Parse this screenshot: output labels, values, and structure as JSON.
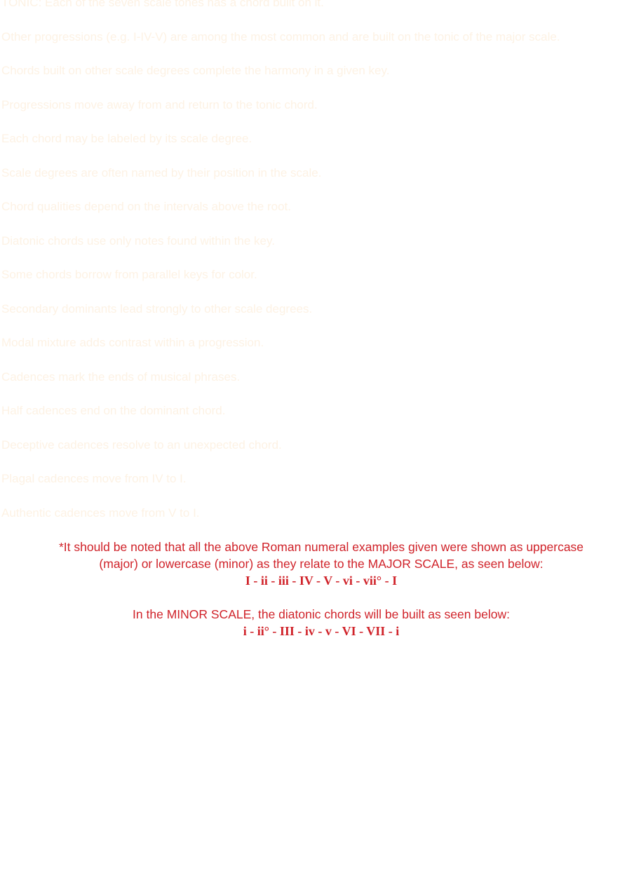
{
  "entries": [
    "TONIC: Each of the seven scale tones has a chord built on it.",
    "Other progressions (e.g. I-IV-V) are among the most common and are built on the tonic of the major scale.",
    "Chords built on other scale degrees complete the harmony in a given key.",
    "Progressions move away from and return to the tonic chord.",
    "Each chord may be labeled by its scale degree.",
    "Scale degrees are often named by their position in the scale.",
    "Chord qualities depend on the intervals above the root.",
    "Diatonic chords use only notes found within the key.",
    "Some chords borrow from parallel keys for color.",
    "Secondary dominants lead strongly to other scale degrees.",
    "Modal mixture adds contrast within a progression.",
    "Cadences mark the ends of musical phrases.",
    "Half cadences end on the dominant chord.",
    "Deceptive cadences resolve to an unexpected chord.",
    "Plagal cadences move from IV to I.",
    "Authentic cadences move from V to I."
  ],
  "note": {
    "line1": "*It should be noted that all the above Roman numeral examples given were shown as uppercase",
    "line2": "(major) or lowercase (minor) as they relate to the MAJOR SCALE, as seen below:",
    "major_numerals": "I - ii - iii - IV - V - vi - vii° - I",
    "minor_intro": "In the MINOR SCALE, the diatonic chords will be built as seen below:",
    "minor_numerals": "i - ii° - III - iv - v - VI - VII - i"
  }
}
